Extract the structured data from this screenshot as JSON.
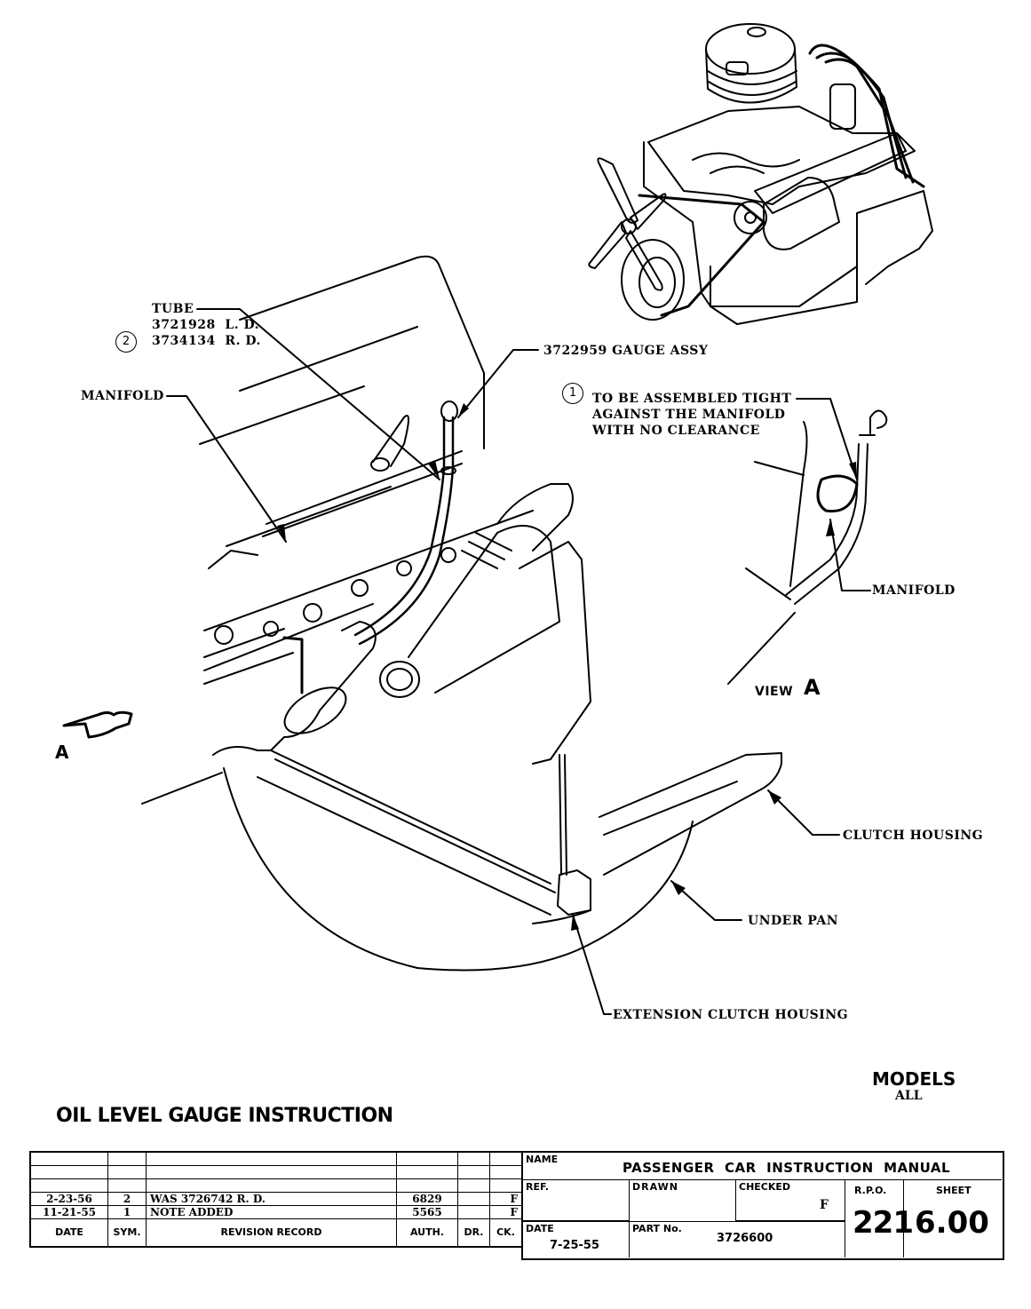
{
  "sheet": {
    "title": "OIL LEVEL GAUGE   INSTRUCTION",
    "models_label": "MODELS",
    "models_value": "ALL"
  },
  "callouts": {
    "tube": {
      "title": "TUBE",
      "line1": "3721928  L. D.",
      "line2": "3734134  R. D.",
      "ref_number": "2"
    },
    "manifold_main": "MANIFOLD",
    "gauge_assy": "3722959 GAUGE ASSY",
    "note": {
      "ref_number": "1",
      "line1": "TO BE ASSEMBLED TIGHT",
      "line2": "AGAINST THE MANIFOLD",
      "line3": "WITH NO CLEARANCE"
    },
    "manifold_view": "MANIFOLD",
    "view_label": "VIEW",
    "view_letter": "A",
    "arrow_letter": "A",
    "clutch_housing": "CLUTCH HOUSING",
    "under_pan": "UNDER PAN",
    "extension_clutch_housing": "EXTENSION CLUTCH HOUSING"
  },
  "revision_record": {
    "headers": {
      "date": "DATE",
      "sym": "SYM.",
      "record": "REVISION RECORD",
      "auth": "AUTH.",
      "dr": "DR.",
      "ck": "CK."
    },
    "rows": [
      {
        "date": "",
        "sym": "",
        "record": "",
        "auth": "",
        "dr": "",
        "ck": ""
      },
      {
        "date": "",
        "sym": "",
        "record": "",
        "auth": "",
        "dr": "",
        "ck": ""
      },
      {
        "date": "",
        "sym": "",
        "record": "",
        "auth": "",
        "dr": "",
        "ck": ""
      },
      {
        "date": "2-23-56",
        "sym": "2",
        "record": "WAS  3726742  R. D.",
        "auth": "6829",
        "dr": "",
        "ck": "F"
      },
      {
        "date": "11-21-55",
        "sym": "1",
        "record": "NOTE  ADDED",
        "auth": "5565",
        "dr": "",
        "ck": "F"
      }
    ]
  },
  "title_block": {
    "name_label": "NAME",
    "name_value": "PASSENGER  CAR  INSTRUCTION  MANUAL",
    "ref_label": "REF.",
    "ref_value": "",
    "drawn_label": "DRAWN",
    "drawn_value": "",
    "checked_label": "CHECKED",
    "checked_value": "F",
    "date_label": "DATE",
    "date_value": "7-25-55",
    "part_label": "PART No.",
    "part_value": "3726600",
    "rpo_label": "R.P.O.",
    "rpo_value": "221",
    "sheet_label": "SHEET",
    "sheet_value": "6.00"
  }
}
